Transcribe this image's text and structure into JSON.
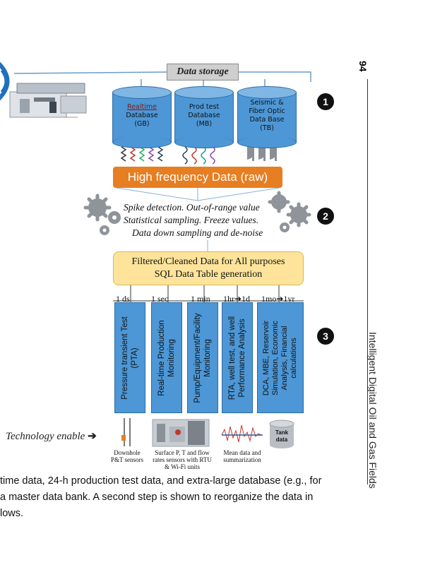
{
  "page": {
    "number": "94",
    "running_header": "Intelligent Digital Oil and Gas Fields"
  },
  "diagram": {
    "storage_label": "Data storage",
    "databases": [
      {
        "line1": "Realtime",
        "line2": "Database",
        "line3": "(GB)"
      },
      {
        "line1": "Prod test",
        "line2": "Database",
        "line3": "(MB)"
      },
      {
        "line1": "Seismic &",
        "line2": "Fiber Optic",
        "line3": "Data Base",
        "line4": "(TB)"
      }
    ],
    "high_frequency": "High frequency Data (raw)",
    "step2_lines": [
      "Spike detection. Out-of-range value",
      "Statistical sampling. Freeze values.",
      "Data down sampling and de-noise"
    ],
    "filtered_line1": "Filtered/Cleaned Data for All purposes",
    "filtered_line2": "SQL Data Table generation",
    "frequencies": [
      "1 ds",
      "1 sec",
      "1 min",
      "1hr➔1d",
      "1mo➔1yr"
    ],
    "columns": [
      {
        "line1": "Pressure transient Test",
        "line2": "(PTA)"
      },
      {
        "line1": "Real-time Production",
        "line2": "Monitoring"
      },
      {
        "line1": "Pump/Equipment/Facility",
        "line2": "Monitoring"
      },
      {
        "line1": "RTA, well test, and well",
        "line2": "Performance Analysis"
      },
      {
        "line1": "DCA, MBE, Reservoir",
        "line2": "Simulation, Economic",
        "line3": "Analysis, Financial",
        "line4": "calculations"
      }
    ],
    "steps": [
      "1",
      "2",
      "3"
    ],
    "technology_label": "Technology enable",
    "captions": {
      "downhole1": "Downhole",
      "downhole2": "P&T sensors",
      "surface1": "Surface P, T and flow",
      "surface2": "rates sensors with RTU",
      "surface3": "& Wi-Fi units",
      "mean1": "Mean data and",
      "mean2": "summarization",
      "tank1": "Tank",
      "tank2": "data"
    }
  },
  "body_text": [
    "time data, 24-h production test data, and extra-large database (e.g., for",
    "a master data bank. A second step is shown to reorganize the data in",
    "lows."
  ]
}
